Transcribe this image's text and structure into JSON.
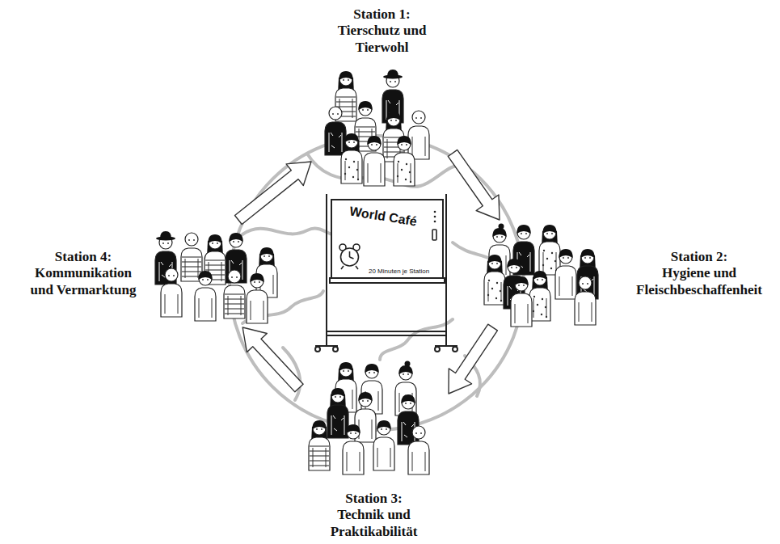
{
  "diagram": {
    "nodes": [
      {
        "text": [
          "Station 1:",
          "Tierschutz und Tierwohl"
        ]
      },
      {
        "text": [
          "Station 2:",
          "Hygiene und Fleischbeschaffenheit"
        ]
      },
      {
        "text": [
          "Station 3:",
          "Technik und Praktikabilität"
        ]
      },
      {
        "text": [
          "Station 4:",
          "Kommunikation und Vermarktung"
        ]
      },
      {
        "text": [
          "World Café",
          "20 Minuten je Station"
        ]
      }
    ],
    "edges": [
      {
        "from": 0,
        "to": 1,
        "arrow": "to"
      },
      {
        "from": 1,
        "to": 2,
        "arrow": "to"
      },
      {
        "from": 2,
        "to": 3,
        "arrow": "to"
      },
      {
        "from": 3,
        "to": 0,
        "arrow": "to"
      }
    ]
  }
}
